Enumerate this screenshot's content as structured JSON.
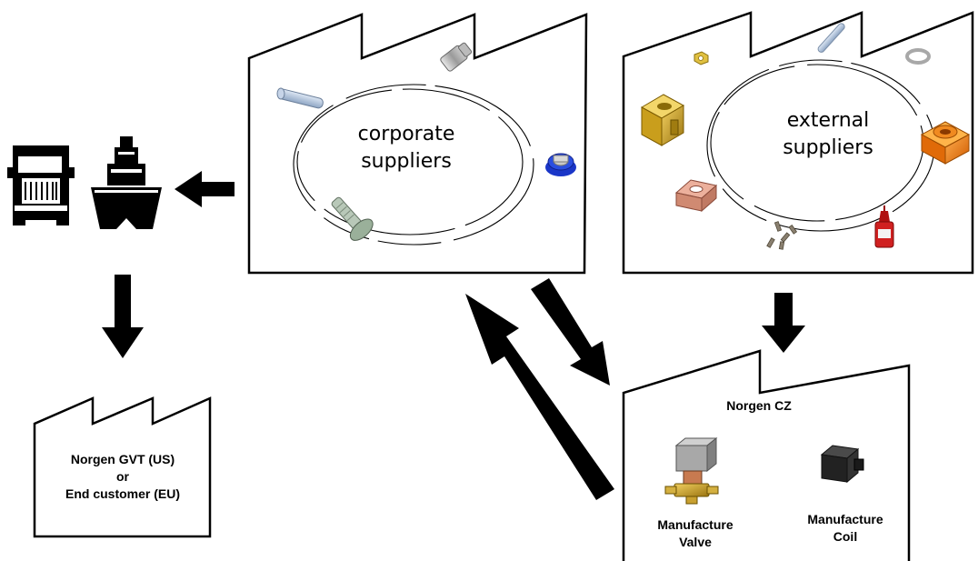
{
  "nodes": {
    "corporate_suppliers": {
      "line1": "corporate",
      "line2": "suppliers"
    },
    "external_suppliers": {
      "line1": "external",
      "line2": "suppliers"
    },
    "norgen_cz": {
      "title": "Norgen CZ"
    },
    "destination": {
      "line1": "Norgen GVT (US)",
      "line2": "or",
      "line3": "End customer (EU)"
    },
    "manufacture_valve": {
      "line1": "Manufacture",
      "line2": "Valve"
    },
    "manufacture_coil": {
      "line1": "Manufacture",
      "line2": "Coil"
    }
  },
  "icons": [
    "truck-icon",
    "ship-icon",
    "pin-icon",
    "bolt-icon",
    "screw-icon",
    "washer-icon",
    "nut-icon",
    "block-icon",
    "threadlock-bottle-icon",
    "solenoid-valve-icon",
    "coil-icon"
  ],
  "colors": {
    "ink": "#000000",
    "washer_blue": "#1a36c8",
    "brass": "#c9a020",
    "orange": "#f07a10",
    "copper": "#d9907a",
    "bottle_red": "#c81818"
  }
}
